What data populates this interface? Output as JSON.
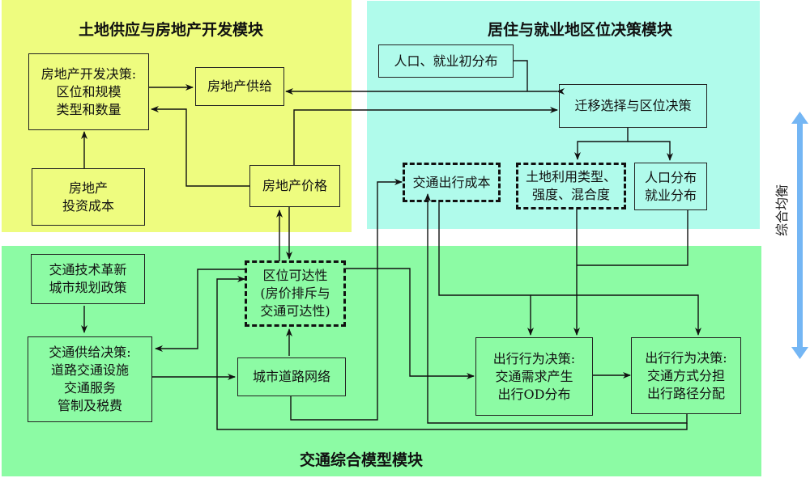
{
  "modules": {
    "land": {
      "title": "土地供应与房地产开发模块",
      "color": "#eefc7f"
    },
    "residence": {
      "title": "居住与就业地区位决策模块",
      "color": "#b0fbeb"
    },
    "transport": {
      "title": "交通综合模型模块",
      "color": "#8cfba4"
    }
  },
  "nodes": {
    "dev_decision": "房地产开发决策:\n区位和规模\n类型和数量",
    "re_supply": "房地产供给",
    "re_cost": "房地产\n投资成本",
    "re_price": "房地产价格",
    "pop_init": "人口、就业初分布",
    "migration": "迁移选择与区位决策",
    "travel_cost": "交通出行成本",
    "landuse": "土地利用类型、\n强度、混合度",
    "pop_dist": "人口分布\n就业分布",
    "tech_policy": "交通技术革新\n城市规划政策",
    "accessibility": "区位可达性\n(房价排斥与\n交通可达性)",
    "supply_decision": "交通供给决策:\n道路交通设施\n交通服务\n管制及税费",
    "road_network": "城市道路网络",
    "travel_demand": "出行行为决策:\n交通需求产生\n出行OD分布",
    "travel_mode": "出行行为决策:\n交通方式分担\n出行路径分配"
  },
  "equilibrium": {
    "label": "综合均衡",
    "color": "#74b6f4"
  },
  "line_color": "#111111"
}
